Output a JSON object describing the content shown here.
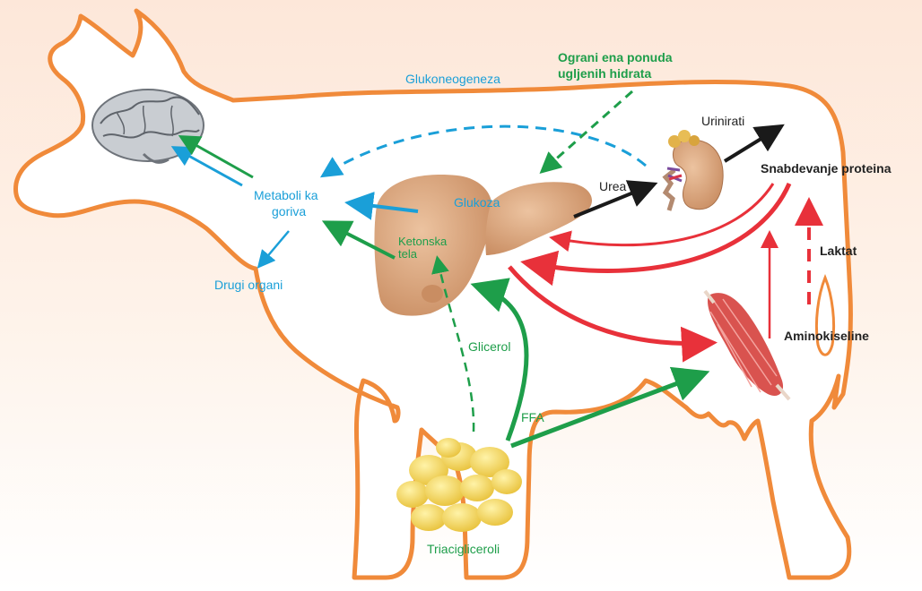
{
  "labels": {
    "glukoneogeneza": "Glukoneogeneza",
    "ograniena_line1": "Ograni ena ponuda",
    "ograniena_line2": "ugljenih hidrata",
    "urinirati": "Urinirati",
    "snabdevanje": "Snabdevanje proteina",
    "urea": "Urea",
    "glukoza": "Glukoza",
    "metabolicka_line1": "Metaboli ka",
    "metabolicka_line2": "goriva",
    "ketonska_line1": "Ketonska",
    "ketonska_line2": "tela",
    "drugi_organi": "Drugi organi",
    "laktat": "Laktat",
    "aminokiseline": "Aminokiseline",
    "glicerol": "Glicerol",
    "ffa": "FFA",
    "triacigliceroli": "Triacigliceroli"
  },
  "colors": {
    "outline": "#f08a3a",
    "blue": "#1a9fd8",
    "green": "#1e9e4a",
    "red": "#e8313a",
    "black": "#1a1a1a",
    "organ": "#d9a27a"
  },
  "icons": [
    "brain-icon",
    "liver-icon",
    "kidney-icon",
    "muscle-icon",
    "fat-cells-icon",
    "lactation-icon"
  ]
}
